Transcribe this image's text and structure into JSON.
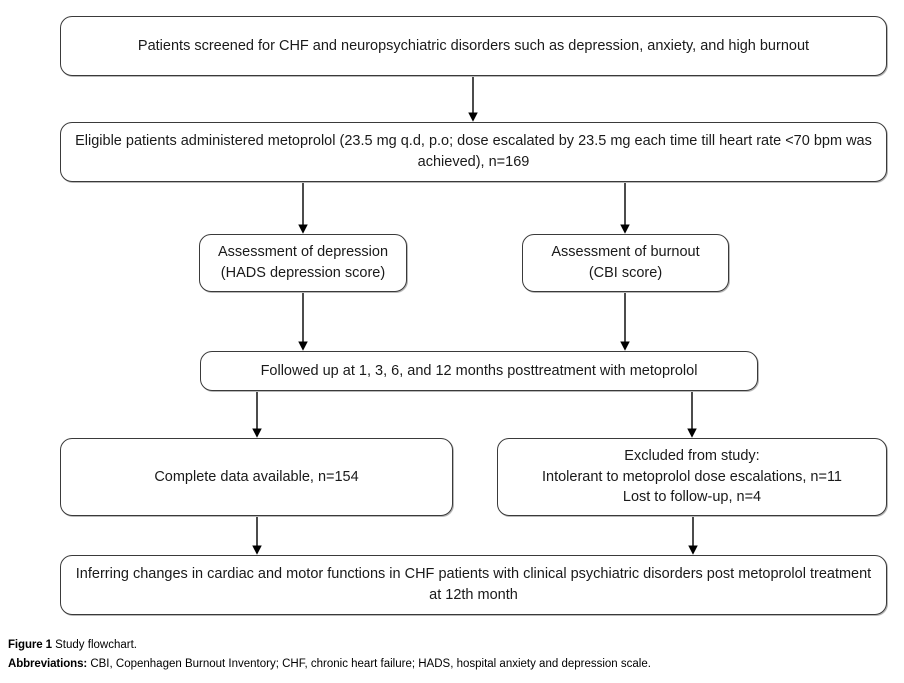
{
  "figure": {
    "nodes": [
      {
        "id": "screened",
        "text": "Patients screened for CHF and neuropsychiatric disorders such as depression, anxiety, and high burnout"
      },
      {
        "id": "eligible",
        "text": "Eligible patients administered metoprolol (23.5 mg q.d, p.o; dose escalated by 23.5 mg each time till heart rate <70 bpm was achieved), n=169"
      },
      {
        "id": "depression",
        "text": "Assessment of depression\n(HADS depression score)"
      },
      {
        "id": "burnout",
        "text": "Assessment of burnout\n(CBI score)"
      },
      {
        "id": "followup",
        "text": "Followed up at 1, 3, 6, and 12 months posttreatment with metoprolol"
      },
      {
        "id": "complete",
        "text": "Complete data available, n=154"
      },
      {
        "id": "excluded",
        "text": "Excluded from study:\nIntolerant to metoprolol dose escalations, n=11\nLost to follow-up, n=4"
      },
      {
        "id": "inferring",
        "text": "Inferring changes in cardiac and motor functions in CHF patients with clinical psychiatric disorders post metoprolol treatment at 12th month"
      }
    ],
    "edges": [
      {
        "id": "screened-to-eligible",
        "from": "screened",
        "to": "eligible"
      },
      {
        "id": "eligible-to-depression",
        "from": "eligible",
        "to": "depression"
      },
      {
        "id": "eligible-to-burnout",
        "from": "eligible",
        "to": "burnout"
      },
      {
        "id": "depression-to-followup",
        "from": "depression",
        "to": "followup"
      },
      {
        "id": "burnout-to-followup",
        "from": "burnout",
        "to": "followup"
      },
      {
        "id": "followup-to-complete",
        "from": "followup",
        "to": "complete"
      },
      {
        "id": "followup-to-excluded",
        "from": "followup",
        "to": "excluded"
      },
      {
        "id": "complete-to-inferring",
        "from": "complete",
        "to": "inferring"
      },
      {
        "id": "excluded-to-inferring",
        "from": "excluded",
        "to": "inferring"
      }
    ],
    "colors": {
      "box_border": "#3a3a3a",
      "box_shadow": "#b8b8b8",
      "connector": "#000000",
      "background": "#ffffff",
      "text": "#1a1a1a"
    }
  },
  "caption": {
    "figure_label": "Figure 1",
    "figure_text": "Study flowchart.",
    "abbreviations_label": "Abbreviations:",
    "abbreviations_text": "CBI, Copenhagen Burnout Inventory; CHF, chronic heart failure; HADS, hospital anxiety and depression scale."
  }
}
